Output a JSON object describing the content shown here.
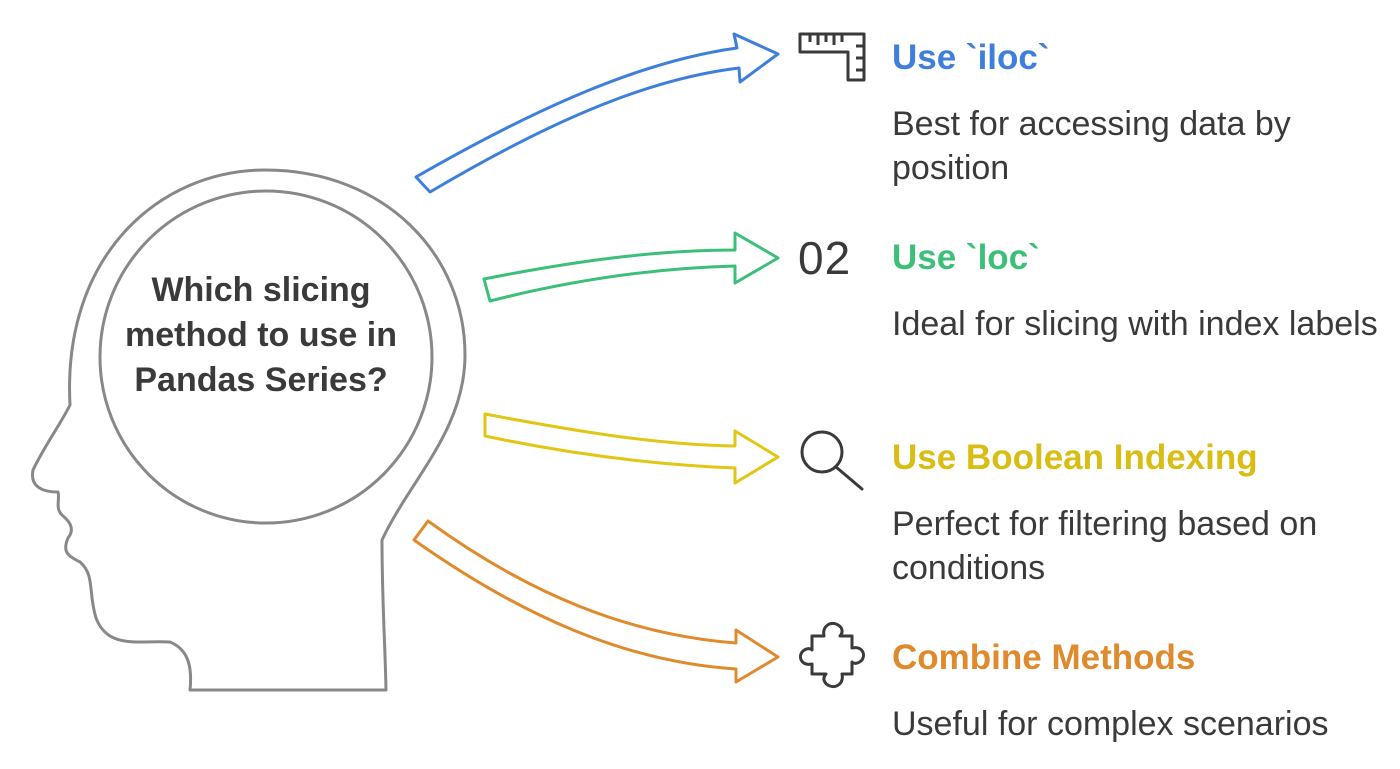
{
  "question": "Which slicing method to use in Pandas Series?",
  "colors": {
    "iloc": "#3f7fdc",
    "loc": "#3cbf78",
    "boolean": "#e2c614",
    "combine": "#e08a2e",
    "outline": "#888888",
    "icon": "#3a3a3a",
    "text": "#3a3a3a"
  },
  "options": [
    {
      "title": "Use `iloc`",
      "description": "Best for accessing data by position",
      "icon": "ruler-icon"
    },
    {
      "title": "Use `loc`",
      "description": "Ideal for slicing with index labels",
      "icon": "number-02-icon",
      "icon_text": "02"
    },
    {
      "title": "Use Boolean Indexing",
      "description": "Perfect for filtering based on conditions",
      "icon": "magnifier-icon"
    },
    {
      "title": "Combine Methods",
      "description": "Useful for complex scenarios",
      "icon": "puzzle-icon"
    }
  ]
}
